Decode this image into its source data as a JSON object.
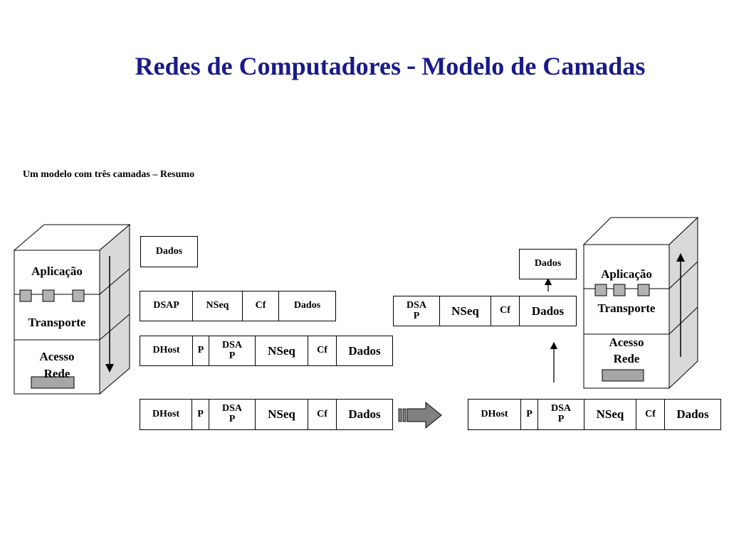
{
  "title": {
    "part1": "Redes de Computadores",
    "separator": "-",
    "part2": "Modelo de Camadas"
  },
  "subtitle": "Um modelo com três camadas – Resumo",
  "left_stack": {
    "layers": {
      "application": "Aplicação",
      "transport": "Transporte",
      "network_line1": "Acesso",
      "network_line2": "Rede"
    }
  },
  "right_stack": {
    "layers": {
      "application": "Aplicação",
      "transport": "Transporte",
      "network_line1": "Acesso",
      "network_line2": "Rede"
    }
  },
  "left_packets": {
    "app": {
      "dados": "Dados"
    },
    "transport": {
      "dsap": "DSAP",
      "nseq": "NSeq",
      "cf": "Cf",
      "dados": "Dados"
    },
    "network": {
      "dhost": "DHost",
      "p": "P",
      "dsap_line1": "DSA",
      "dsap_line2": "P",
      "nseq": "NSeq",
      "cf": "Cf",
      "dados": "Dados"
    },
    "wire": {
      "dhost": "DHost",
      "p": "P",
      "dsap_line1": "DSA",
      "dsap_line2": "P",
      "nseq": "NSeq",
      "cf": "Cf",
      "dados": "Dados"
    }
  },
  "right_packets": {
    "app": {
      "dados": "Dados"
    },
    "transport": {
      "dsap_line1": "DSA",
      "dsap_line2": "P",
      "nseq": "NSeq",
      "cf": "Cf",
      "dados": "Dados"
    },
    "wire": {
      "dhost": "DHost",
      "p": "P",
      "dsap_line1": "DSA",
      "dsap_line2": "P",
      "nseq": "NSeq",
      "cf": "Cf",
      "dados": "Dados"
    }
  },
  "colors": {
    "title": "#1a1a8c",
    "box_front": "#ffffff",
    "box_top": "#ffffff",
    "box_side": "#d9d9d9",
    "node": "#b3b3b3",
    "medium": "#a6a6a6",
    "arrow": "#808080"
  }
}
